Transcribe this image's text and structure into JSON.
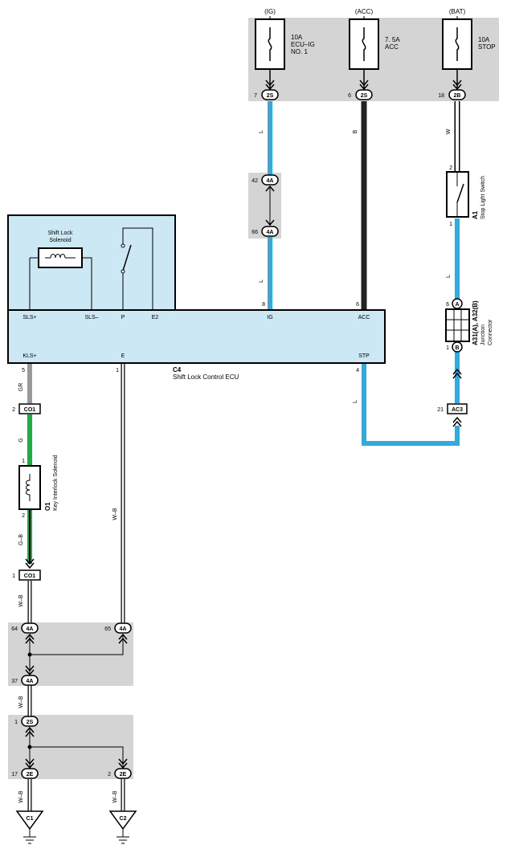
{
  "colors": {
    "blue_wire": "#33aadd",
    "black_wire": "#222222",
    "green_wire": "#22aa44",
    "gray_wire": "#999999",
    "panel_bg": "#d4d4d4",
    "ecu_bg": "#cce8f4"
  },
  "fuses": [
    {
      "source": "(IG)",
      "rating": "10A",
      "name_line1": "ECU–IG",
      "name_line2": "NO. 1",
      "pin": "7",
      "connector": "2S"
    },
    {
      "source": "(ACC)",
      "rating": "7. 5A",
      "name_line1": "ACC",
      "name_line2": "",
      "pin": "6",
      "connector": "2S"
    },
    {
      "source": "(BAT)",
      "rating": "10A",
      "name_line1": "STOP",
      "name_line2": "",
      "pin": "18",
      "connector": "2B"
    }
  ],
  "wire_colors": {
    "ig": "L",
    "ig_lower": "L",
    "acc": "B",
    "bat": "W",
    "stp": "L",
    "stp_lower": "L",
    "kls": "GR",
    "solenoid_in": "G",
    "solenoid_out": "G–B",
    "e_wire": "W–B",
    "ground_1": "W–B",
    "ground_2": "W–B",
    "ground_3": "W–B",
    "ground_4": "W–B"
  },
  "junction_4a": [
    {
      "pin": "42",
      "connector": "4A"
    },
    {
      "pin": "66",
      "connector": "4A"
    }
  ],
  "ecu": {
    "code": "C4",
    "name": "Shift Lock Control ECU",
    "solenoid_label_1": "Shift Lock",
    "solenoid_label_2": "Solenoid",
    "pins_top": {
      "sls_plus": "SLS+",
      "sls_minus": "SLS–",
      "p": "P",
      "e2": "E2",
      "ig": "IG",
      "acc": "ACC"
    },
    "pins_bottom": {
      "kls_plus": "KLS+",
      "e": "E",
      "stp": "STP"
    },
    "pin_numbers": {
      "ig": "8",
      "acc": "6",
      "kls": "5",
      "e": "1",
      "stp": "4"
    }
  },
  "stop_switch": {
    "code": "A1",
    "name": "Stop Light Switch",
    "pin_top": "2",
    "pin_bottom": "1"
  },
  "junction_connector": {
    "code_a": "A31(A), A32(B)",
    "name_1": "Junction",
    "name_2": "Connector",
    "pin_a": "6",
    "letter_a": "A",
    "pin_b": "1",
    "letter_b": "B"
  },
  "ac3": {
    "pin": "21",
    "connector": "AC3"
  },
  "co1_top": {
    "pin": "2",
    "connector": "CO1"
  },
  "co1_bottom": {
    "pin": "1",
    "connector": "CO1"
  },
  "key_solenoid": {
    "code": "O1",
    "name": "Key Interlock Solenoid",
    "pin_top": "1",
    "pin_bottom": "2"
  },
  "lower_4a": [
    {
      "pin": "64",
      "connector": "4A"
    },
    {
      "pin": "65",
      "connector": "4A"
    },
    {
      "pin": "37",
      "connector": "4A"
    }
  ],
  "lower_2s": {
    "pin": "1",
    "connector": "2S"
  },
  "lower_2e": [
    {
      "pin": "17",
      "connector": "2E"
    },
    {
      "pin": "2",
      "connector": "2E"
    }
  ],
  "grounds": [
    {
      "code": "C1"
    },
    {
      "code": "C2"
    }
  ]
}
